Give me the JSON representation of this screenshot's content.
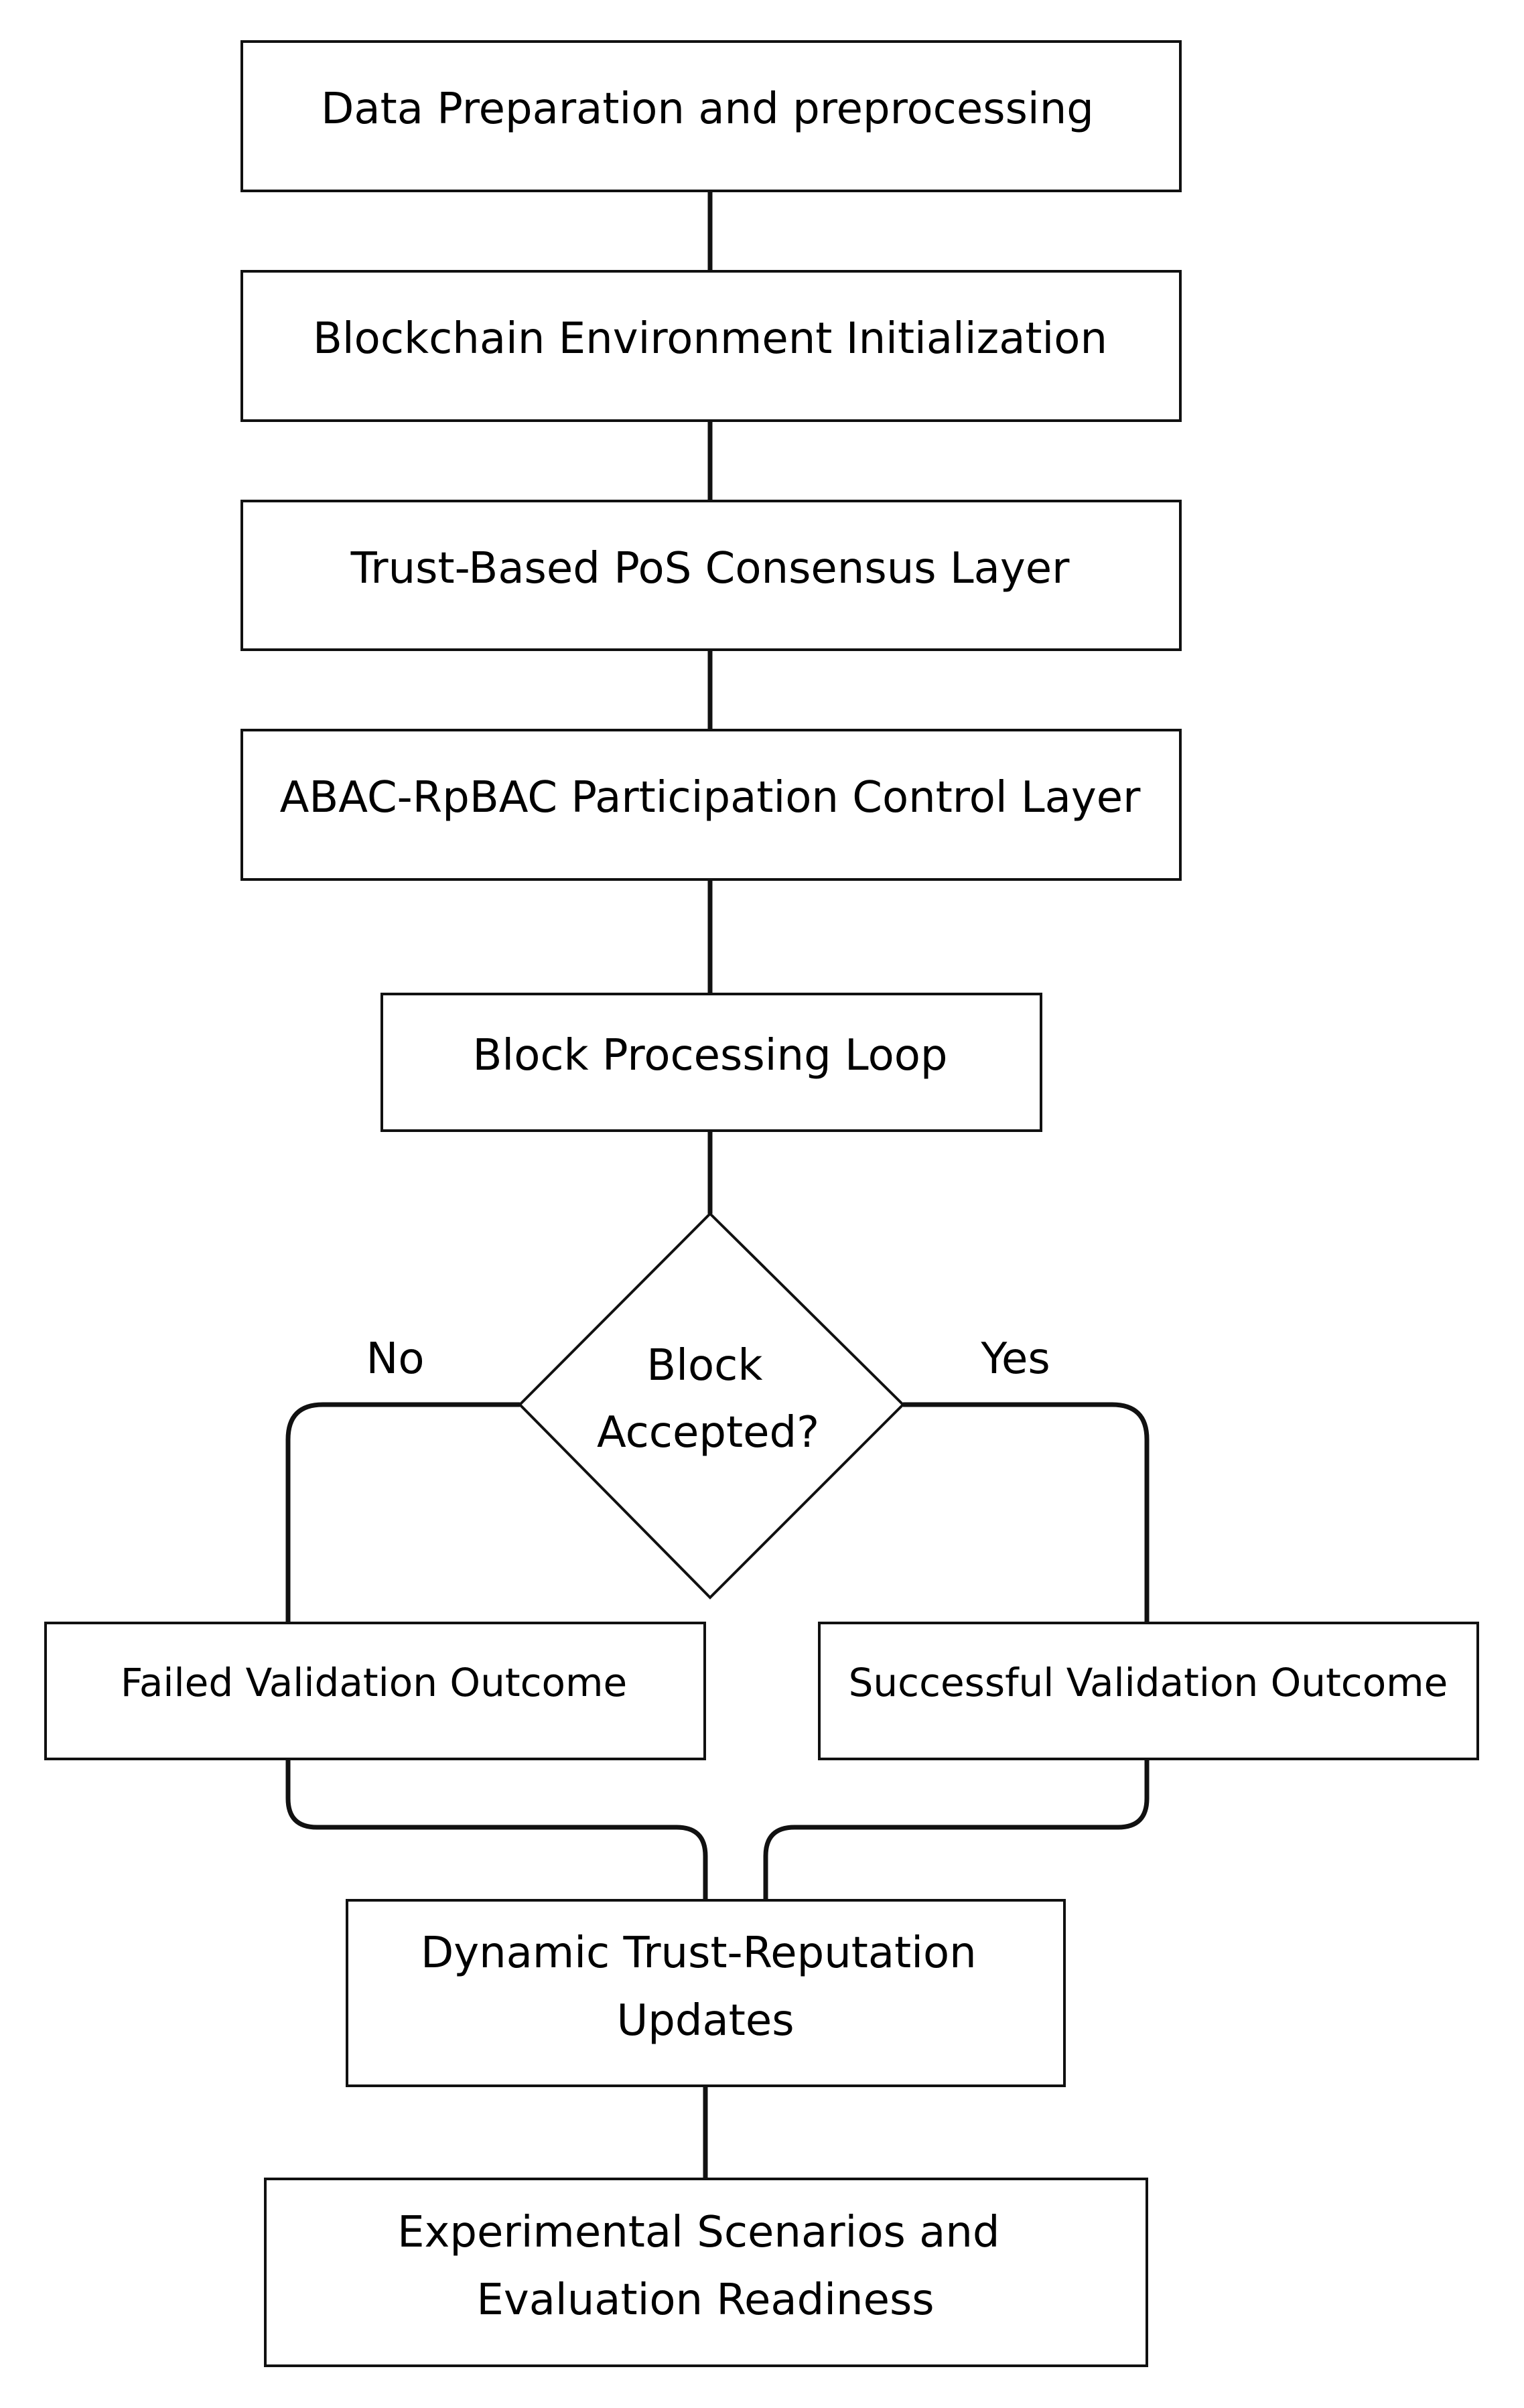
{
  "diagram": {
    "nodes": {
      "data_preparation": {
        "lines": [
          "Data Preparation and preprocessing"
        ]
      },
      "blockchain_init": {
        "lines": [
          "Blockchain Environment Initialization"
        ]
      },
      "trust_pos": {
        "lines": [
          "Trust-Based PoS Consensus Layer"
        ]
      },
      "abac_rpbac": {
        "lines": [
          "ABAC-RpBAC Participation Control Layer"
        ]
      },
      "block_processing": {
        "lines": [
          "Block Processing Loop"
        ]
      },
      "decision": {
        "lines": [
          "Block",
          "Accepted?"
        ]
      },
      "failed_outcome": {
        "lines": [
          "Failed Validation Outcome"
        ]
      },
      "successful_outcome": {
        "lines": [
          "Successful Validation Outcome"
        ]
      },
      "trust_updates": {
        "lines": [
          "Dynamic Trust-Reputation",
          "Updates"
        ]
      },
      "experimental": {
        "lines": [
          "Experimental Scenarios and",
          "Evaluation Readiness"
        ]
      }
    },
    "edge_labels": {
      "no": "No",
      "yes": "Yes"
    }
  }
}
